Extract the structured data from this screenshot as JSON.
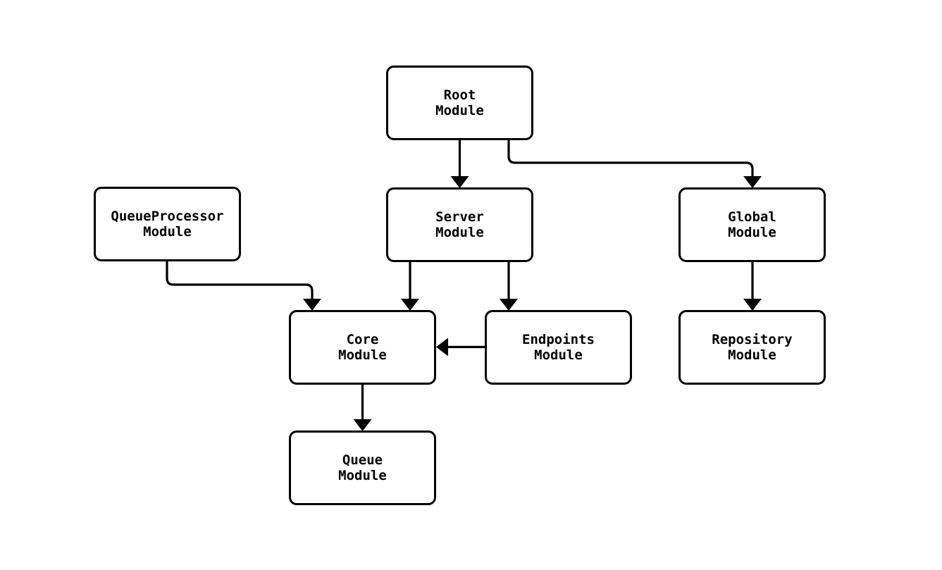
{
  "diagram": {
    "type": "module-dependency-flowchart",
    "background_color": "#ffffff",
    "stroke_color": "#000000",
    "text_color": "#000000",
    "nodes": {
      "root": {
        "line1": "Root",
        "line2": "Module"
      },
      "queueprocessor": {
        "line1": "QueueProcessor",
        "line2": "Module"
      },
      "server": {
        "line1": "Server",
        "line2": "Module"
      },
      "global": {
        "line1": "Global",
        "line2": "Module"
      },
      "core": {
        "line1": "Core",
        "line2": "Module"
      },
      "endpoints": {
        "line1": "Endpoints",
        "line2": "Module"
      },
      "repository": {
        "line1": "Repository",
        "line2": "Module"
      },
      "queue": {
        "line1": "Queue",
        "line2": "Module"
      }
    },
    "edges": [
      {
        "from": "Root Module",
        "to": "Server Module"
      },
      {
        "from": "Root Module",
        "to": "Global Module"
      },
      {
        "from": "QueueProcessor Module",
        "to": "Core Module"
      },
      {
        "from": "Server Module",
        "to": "Core Module"
      },
      {
        "from": "Server Module",
        "to": "Endpoints Module"
      },
      {
        "from": "Endpoints Module",
        "to": "Core Module"
      },
      {
        "from": "Global Module",
        "to": "Repository Module"
      },
      {
        "from": "Core Module",
        "to": "Queue Module"
      }
    ]
  }
}
